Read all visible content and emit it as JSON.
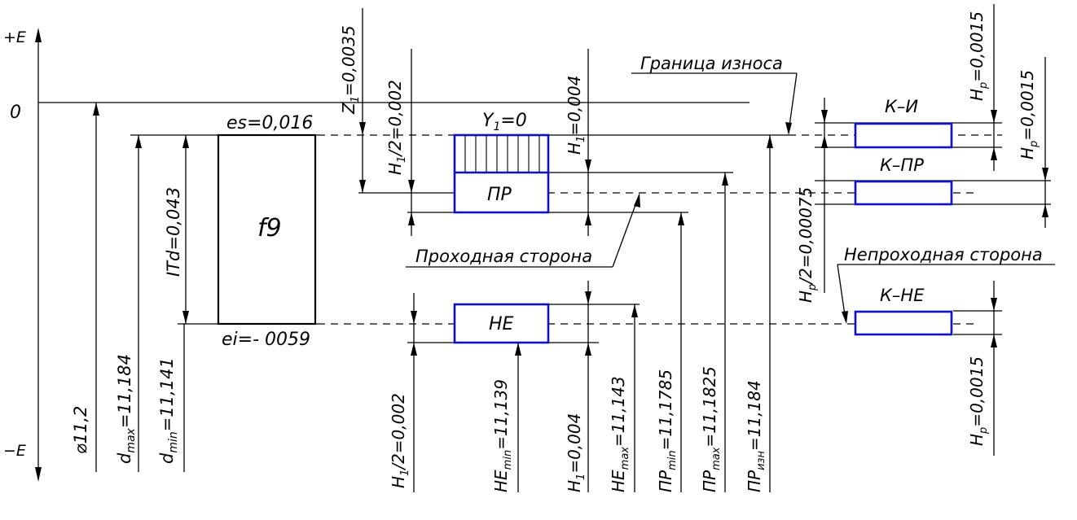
{
  "axis": {
    "plus_e": "+E",
    "zero": "0",
    "minus_e": "−E"
  },
  "shaft": {
    "label": "f9",
    "es": "es=0,016",
    "ei": "ei=- 0059",
    "itd": "ITd=0,043",
    "nominal": "⌀11,2",
    "dmax": {
      "main": "d",
      "sub": "max",
      "value": "=11,184"
    },
    "dmin": {
      "main": "d",
      "sub": "min",
      "value": "=11,141"
    }
  },
  "gauge": {
    "pr_label": "ПР",
    "ne_label": "НЕ",
    "y1": {
      "main": "Y",
      "sub": "1",
      "value": "=0"
    },
    "z1": {
      "main": "Z",
      "sub": "1",
      "value": "=0,0035"
    },
    "h1_half_top": {
      "main": "H",
      "sub": "1",
      "value": "/2=0,002"
    },
    "h1_half_bottom": {
      "main": "H",
      "sub": "1",
      "value": "/2=0,002"
    },
    "h1_top": {
      "main": "H",
      "sub": "1",
      "value": "=0,004"
    },
    "h1_bottom": {
      "main": "H",
      "sub": "1",
      "value": "=0,004"
    },
    "ne_min": {
      "main": "НЕ",
      "sub": "min",
      "value": "=11,139"
    },
    "ne_max": {
      "main": "НЕ",
      "sub": "max",
      "value": "=11,143"
    },
    "pr_min": {
      "main": "ПР",
      "sub": "min",
      "value": "=11,1785"
    },
    "pr_max": {
      "main": "ПР",
      "sub": "max",
      "value": "=11,1825"
    },
    "pr_izn": {
      "main": "ПР",
      "sub": "изн",
      "value": "=11,184"
    },
    "wear_limit": "Граница износа",
    "go_side": "Проходная сторона",
    "nogo_side": "Непроходная сторона"
  },
  "counter_gauges": {
    "ki": "К–И",
    "kpr": "К–ПР",
    "kne": "К–НЕ",
    "hp_half": {
      "main": "H",
      "sub": "p",
      "value": "/2=0,00075"
    },
    "hp_1": {
      "main": "H",
      "sub": "p",
      "value": "=0,0015"
    },
    "hp_2": {
      "main": "H",
      "sub": "p",
      "value": "=0,0015"
    },
    "hp_3": {
      "main": "H",
      "sub": "p",
      "value": "=0,0015"
    }
  }
}
